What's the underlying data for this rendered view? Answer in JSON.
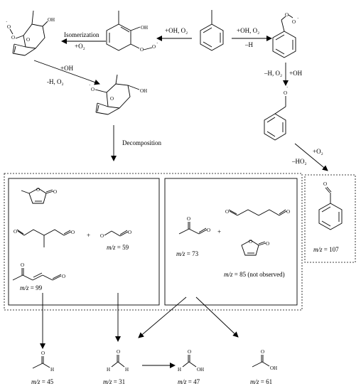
{
  "arrow_labels": {
    "isomerization": "Isomerization",
    "isomerization_o2": "+O₂",
    "toluene_to_peroxy_ring": "+OH, O₂",
    "toluene_to_benzylperoxy_1": "+OH, O₂",
    "toluene_to_benzylperoxy_2": "–H",
    "bicyclic_oh": "+OH",
    "bicyclic_h_o2": "-H, O₂",
    "benzyl_step_1": "–H, O₂",
    "benzyl_step_2": "+OH",
    "decomposition": "Decomposition",
    "benzaldehyde_o2": "+O₂",
    "benzaldehyde_ho2": "–HO₂"
  },
  "mass_labels": {
    "mz59": "m/z = 59",
    "mz99": "m/z = 99",
    "mz73": "m/z = 73",
    "mz85": "m/z = 85 (not observed)",
    "mz107": "m/z = 107",
    "mz45": "m/z = 45",
    "mz31": "m/z = 31",
    "mz47": "m/z = 47",
    "mz61": "m/z = 61"
  },
  "plus_sign": "+",
  "atoms": {
    "O": "O",
    "OH": "OH",
    "H": "H",
    "radical_dot": "·"
  }
}
